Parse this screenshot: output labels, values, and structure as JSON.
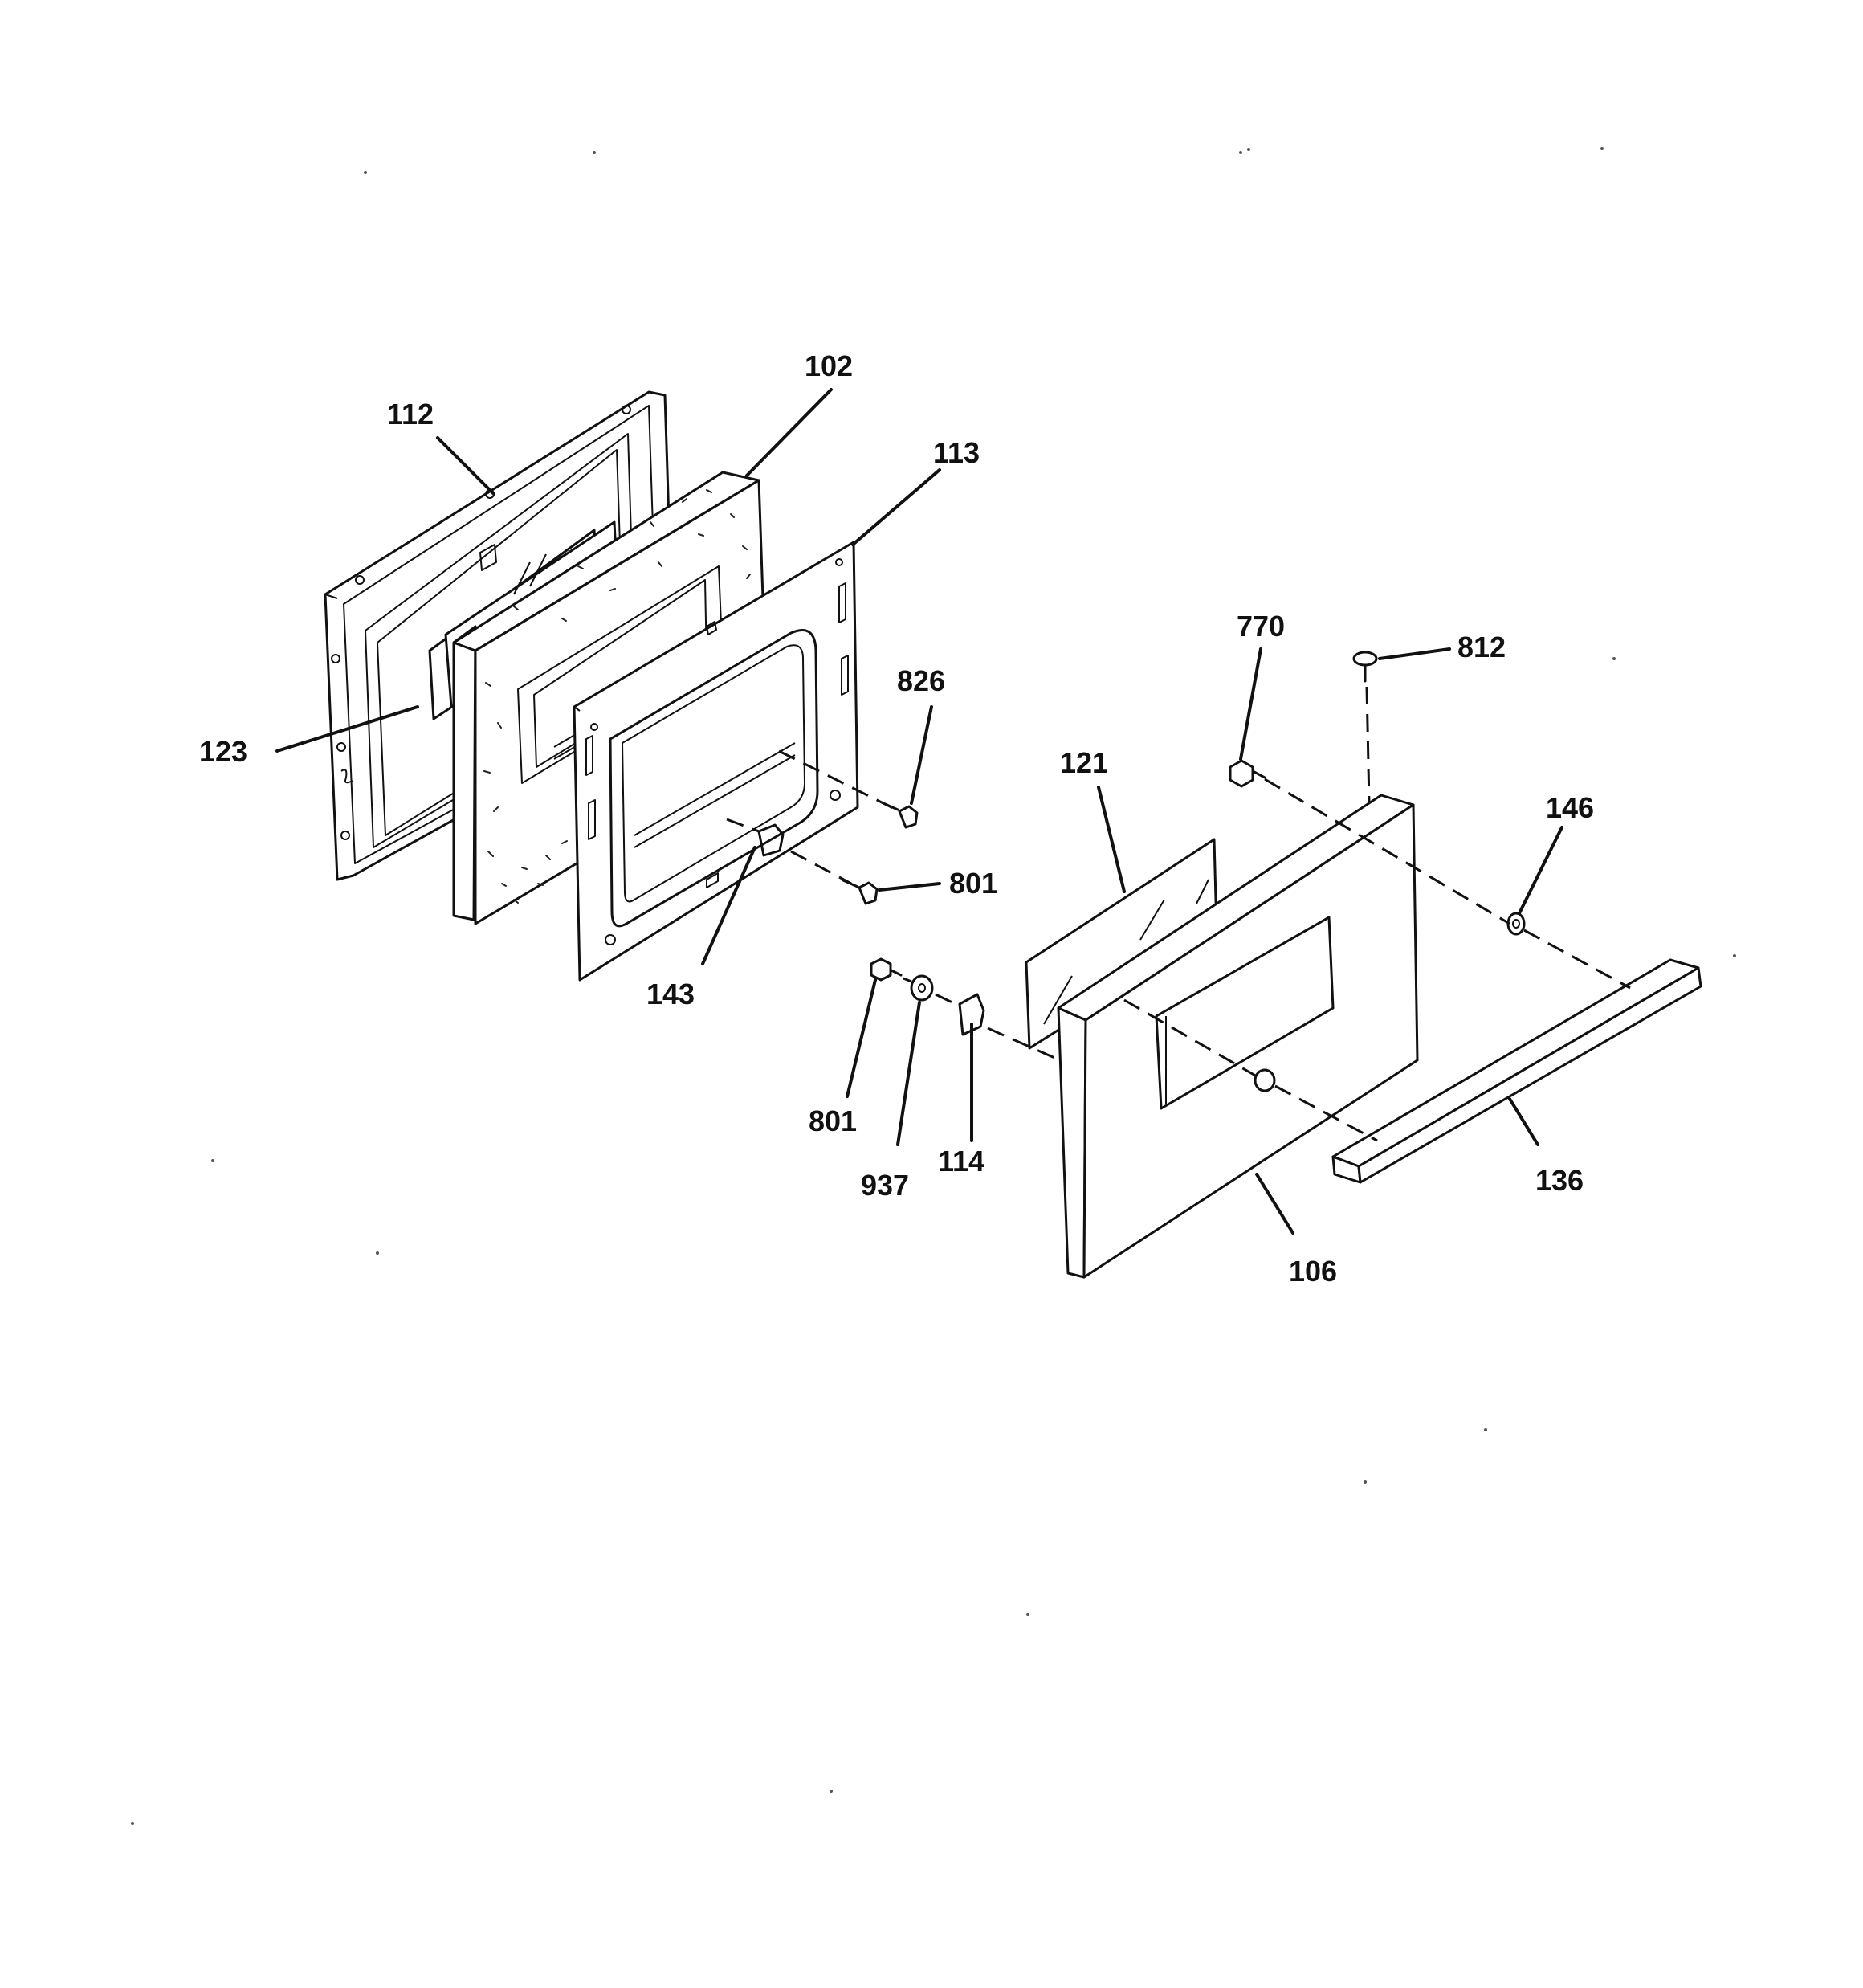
{
  "callouts": {
    "c112": "112",
    "c102": "102",
    "c113": "113",
    "c123": "123",
    "c826": "826",
    "c801a": "801",
    "c143": "143",
    "c770": "770",
    "c812": "812",
    "c121": "121",
    "c146": "146",
    "c801b": "801",
    "c937": "937",
    "c114": "114",
    "c136": "136",
    "c106": "106"
  },
  "colors": {
    "ink": "#111111",
    "paper": "#ffffff"
  }
}
